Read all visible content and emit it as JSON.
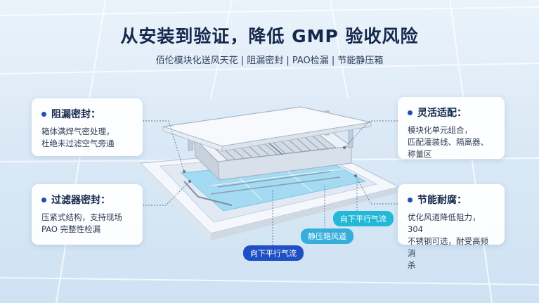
{
  "header": {
    "title": "从安装到验证，降低 GMP 验收风险",
    "subtitle": "佰伦模块化送风天花 | 阻漏密封 | PAO检漏 | 节能静压箱"
  },
  "features": [
    {
      "title": "阻漏密封：",
      "lines": [
        "箱体满焊气密处理，",
        "杜绝未过滤空气旁通"
      ]
    },
    {
      "title": "过滤器密封：",
      "lines": [
        "压紧式结构，支持现场",
        "PAO 完整性检漏"
      ]
    },
    {
      "title": "灵活适配：",
      "lines": [
        "模块化单元组合，",
        "匹配灌装线、隔离器、",
        "称量区"
      ]
    },
    {
      "title": "节能耐腐：",
      "lines": [
        "优化风道降低阻力，304",
        "不锈钢可选，耐受高频消",
        "杀"
      ]
    }
  ],
  "labels": {
    "flow_bottom": "向下平行气流",
    "plenum": "静压箱风道",
    "flow_right": "向下平行气流"
  },
  "colors": {
    "title": "#14284b",
    "accent_dark": "#1f4fc4",
    "accent_mid": "#36aedb",
    "accent_light": "#22b8d8",
    "glass": "#9ad8f2"
  }
}
